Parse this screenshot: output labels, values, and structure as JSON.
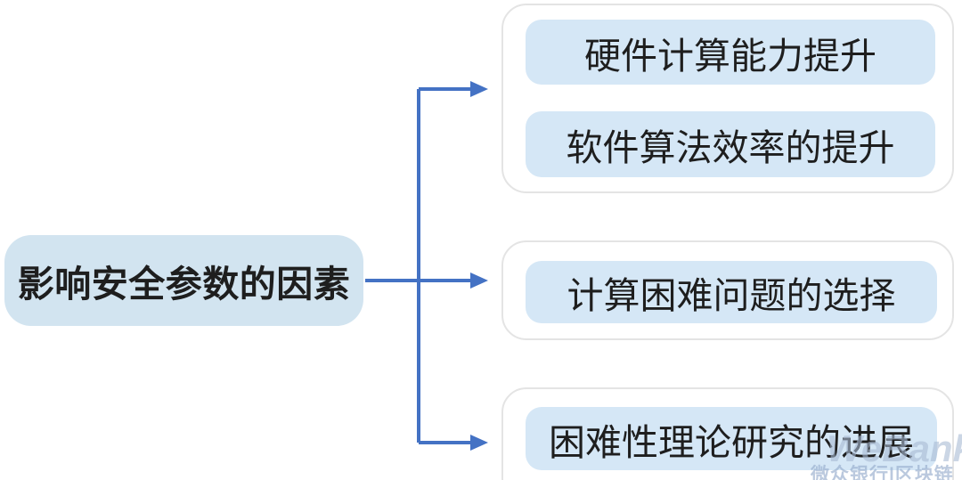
{
  "root_node": {
    "label": "影响安全参数的因素"
  },
  "branches": [
    {
      "group": "top",
      "items": [
        "硬件计算能力提升",
        "软件算法效率的提升"
      ]
    },
    {
      "group": "middle",
      "items": [
        "计算困难问题的选择"
      ]
    },
    {
      "group": "bottom",
      "items": [
        "困难性理论研究的进展"
      ]
    }
  ],
  "colors": {
    "node_fill_left": "#D2E4F0",
    "node_fill_right": "#D5E7F6",
    "arrow": "#4472C4",
    "group_border": "#E4E4E4",
    "text": "#1E1E1E"
  },
  "watermark": {
    "brand": "WeBank",
    "caption": "微众银行|区块链"
  }
}
